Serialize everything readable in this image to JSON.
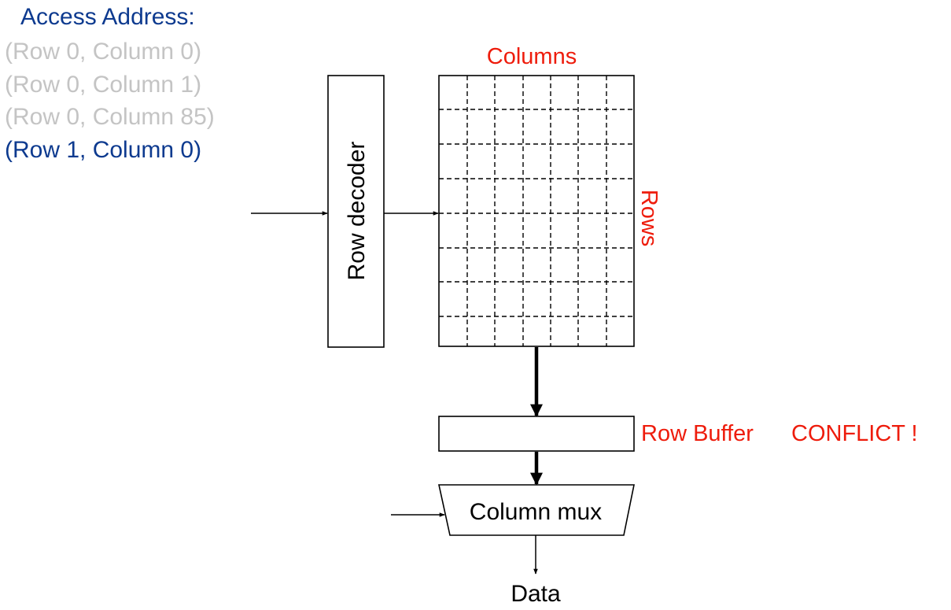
{
  "access": {
    "title": "Access Address:",
    "addresses": [
      {
        "text": "(Row 0, Column 0)",
        "state": "past"
      },
      {
        "text": "(Row 0, Column 1)",
        "state": "past"
      },
      {
        "text": "(Row 0, Column 85)",
        "state": "past"
      },
      {
        "text": "(Row 1, Column 0)",
        "state": "current"
      }
    ]
  },
  "diagram": {
    "row_decoder": "Row decoder",
    "columns_label": "Columns",
    "rows_label": "Rows",
    "row_buffer_label": "Row Buffer",
    "status_label": "CONFLICT !",
    "column_mux": "Column mux",
    "output_label": "Data"
  },
  "colors": {
    "title_blue": "#0d3a8f",
    "past_gray": "#c4c4c4",
    "accent_red": "#ee1c0c",
    "stroke": "#000000"
  }
}
